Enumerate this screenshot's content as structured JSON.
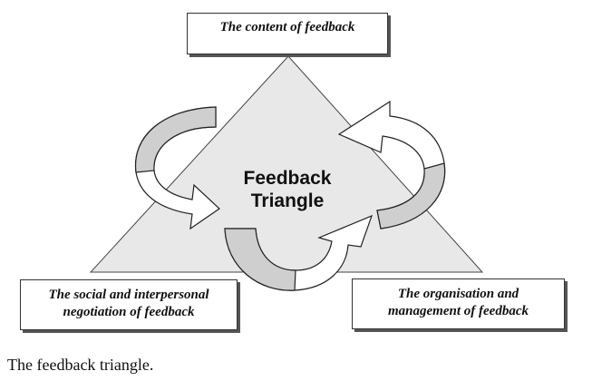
{
  "diagram": {
    "center_title_line1": "Feedback",
    "center_title_line2": "Triangle",
    "top_box": "The content of feedback",
    "left_box_line1": "The social and interpersonal",
    "left_box_line2": "negotiation of feedback",
    "right_box_line1": "The organisation and",
    "right_box_line2": "management of feedback",
    "triangle_fill": "#e8e8e8",
    "arrow_fill": "#ffffff",
    "arrow_shade": "#cfcfcf",
    "arrow_icon_count_note_free": true
  },
  "caption": "The feedback triangle."
}
